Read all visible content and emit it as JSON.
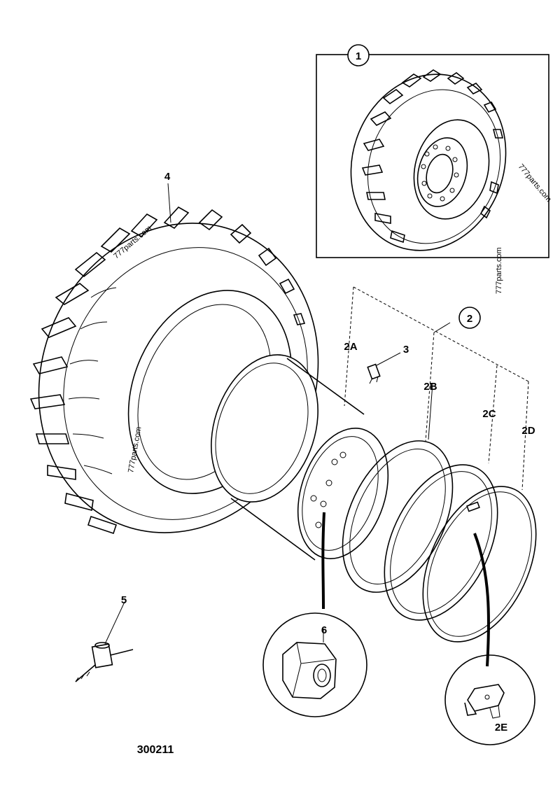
{
  "callouts": {
    "c1": "1",
    "c2": "2",
    "c2a": "2A",
    "c2b": "2B",
    "c2c": "2C",
    "c2d": "2D",
    "c2e": "2E",
    "c3": "3",
    "c4": "4",
    "c5": "5",
    "c6": "6"
  },
  "drawing_number": "300211",
  "watermarks": [
    "777parts.com",
    "777parts.com",
    "777parts.com",
    "777parts.com"
  ]
}
